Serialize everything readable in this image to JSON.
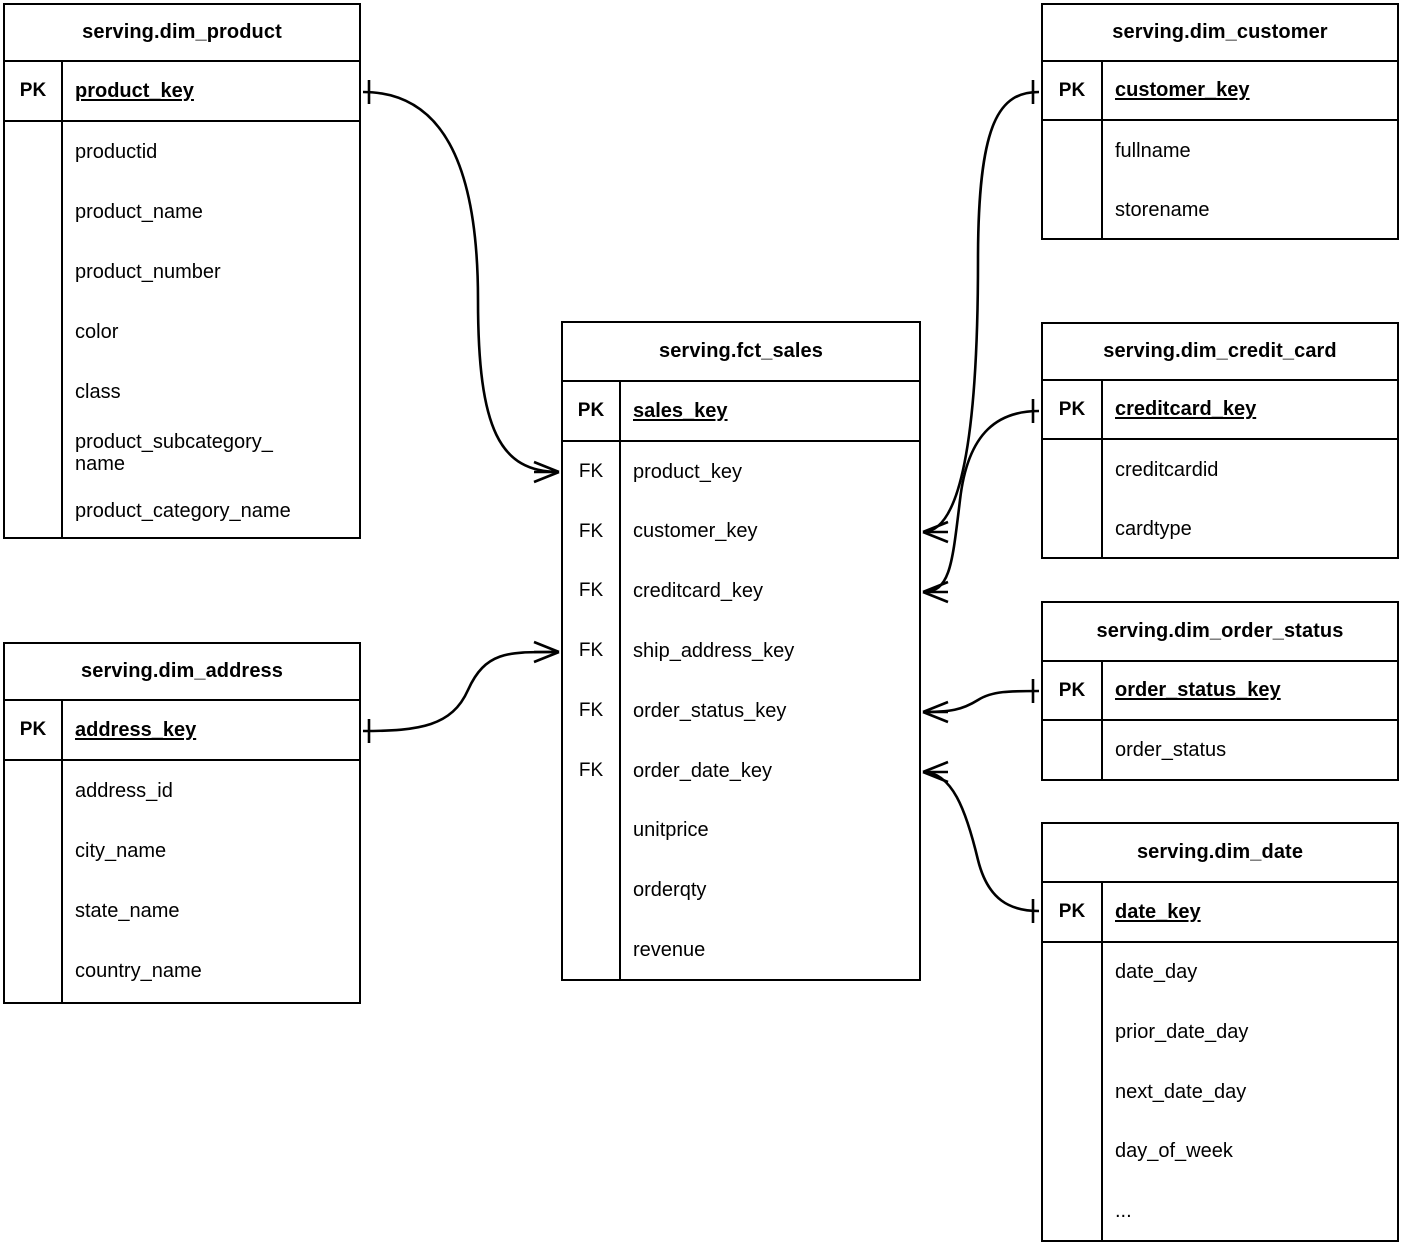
{
  "diagram": {
    "type": "entity-relationship-diagram",
    "notation": "crows-foot",
    "background_color": "#ffffff",
    "line_color": "#000000",
    "key_labels": {
      "primary": "PK",
      "foreign": "FK"
    }
  },
  "entities": [
    {
      "id": "dim_product",
      "title": "serving.dim_product",
      "pk": {
        "key": "PK",
        "name": "product_key"
      },
      "columns": [
        {
          "key": "",
          "name": "productid"
        },
        {
          "key": "",
          "name": "product_name"
        },
        {
          "key": "",
          "name": "product_number"
        },
        {
          "key": "",
          "name": "color"
        },
        {
          "key": "",
          "name": "class"
        },
        {
          "key": "",
          "name": "product_subcategory_\nname"
        },
        {
          "key": "",
          "name": "product_category_name"
        }
      ]
    },
    {
      "id": "dim_address",
      "title": "serving.dim_address",
      "pk": {
        "key": "PK",
        "name": "address_key"
      },
      "columns": [
        {
          "key": "",
          "name": "address_id"
        },
        {
          "key": "",
          "name": "city_name"
        },
        {
          "key": "",
          "name": "state_name"
        },
        {
          "key": "",
          "name": "country_name"
        }
      ]
    },
    {
      "id": "fct_sales",
      "title": "serving.fct_sales",
      "pk": {
        "key": "PK",
        "name": "sales_key"
      },
      "columns": [
        {
          "key": "FK",
          "name": "product_key"
        },
        {
          "key": "FK",
          "name": "customer_key"
        },
        {
          "key": "FK",
          "name": "creditcard_key"
        },
        {
          "key": "FK",
          "name": "ship_address_key"
        },
        {
          "key": "FK",
          "name": "order_status_key"
        },
        {
          "key": "FK",
          "name": "order_date_key"
        },
        {
          "key": "",
          "name": "unitprice"
        },
        {
          "key": "",
          "name": "orderqty"
        },
        {
          "key": "",
          "name": "revenue"
        }
      ]
    },
    {
      "id": "dim_customer",
      "title": "serving.dim_customer",
      "pk": {
        "key": "PK",
        "name": "customer_key"
      },
      "columns": [
        {
          "key": "",
          "name": "fullname"
        },
        {
          "key": "",
          "name": "storename"
        }
      ]
    },
    {
      "id": "dim_credit_card",
      "title": "serving.dim_credit_card",
      "pk": {
        "key": "PK",
        "name": "creditcard_key"
      },
      "columns": [
        {
          "key": "",
          "name": "creditcardid"
        },
        {
          "key": "",
          "name": "cardtype"
        }
      ]
    },
    {
      "id": "dim_order_status",
      "title": "serving.dim_order_status",
      "pk": {
        "key": "PK",
        "name": "order_status_key"
      },
      "columns": [
        {
          "key": "",
          "name": "order_status"
        }
      ]
    },
    {
      "id": "dim_date",
      "title": "serving.dim_date",
      "pk": {
        "key": "PK",
        "name": "date_key"
      },
      "columns": [
        {
          "key": "",
          "name": "date_day"
        },
        {
          "key": "",
          "name": "prior_date_day"
        },
        {
          "key": "",
          "name": "next_date_day"
        },
        {
          "key": "",
          "name": "day_of_week"
        },
        {
          "key": "",
          "name": "..."
        }
      ]
    }
  ],
  "relationships": [
    {
      "from": "dim_product",
      "from_field": "product_key",
      "to": "fct_sales",
      "to_field": "product_key",
      "from_cardinality": "one",
      "to_cardinality": "many"
    },
    {
      "from": "dim_address",
      "from_field": "address_key",
      "to": "fct_sales",
      "to_field": "ship_address_key",
      "from_cardinality": "one",
      "to_cardinality": "many"
    },
    {
      "from": "dim_customer",
      "from_field": "customer_key",
      "to": "fct_sales",
      "to_field": "customer_key",
      "from_cardinality": "one",
      "to_cardinality": "many"
    },
    {
      "from": "dim_credit_card",
      "from_field": "creditcard_key",
      "to": "fct_sales",
      "to_field": "creditcard_key",
      "from_cardinality": "one",
      "to_cardinality": "many"
    },
    {
      "from": "dim_order_status",
      "from_field": "order_status_key",
      "to": "fct_sales",
      "to_field": "order_status_key",
      "from_cardinality": "one",
      "to_cardinality": "many"
    },
    {
      "from": "dim_date",
      "from_field": "date_key",
      "to": "fct_sales",
      "to_field": "order_date_key",
      "from_cardinality": "one",
      "to_cardinality": "many"
    }
  ]
}
